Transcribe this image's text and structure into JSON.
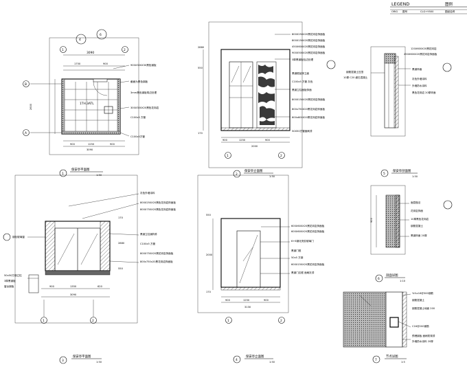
{
  "legend": {
    "title": "LEGEND",
    "subtitle": "图例",
    "row1": [
      "ORIG",
      "图号",
      "CLG+9500",
      "图纸名称"
    ]
  },
  "views": [
    {
      "num": "1",
      "title": "保安亭平面图",
      "scale": "1:50"
    },
    {
      "num": "2",
      "title": "保安亭立面图",
      "scale": "1:50"
    },
    {
      "num": "3",
      "title": "保安亭平面图",
      "scale": "1:50"
    },
    {
      "num": "4",
      "title": "保安亭立面图",
      "scale": "1:50"
    },
    {
      "num": "5",
      "title": "保安亭剖面图",
      "scale": "1:50"
    },
    {
      "num": "6",
      "title": "剖面详图",
      "scale": "1:10"
    },
    {
      "num": "7",
      "title": "节点详图",
      "scale": "1:5"
    }
  ],
  "grid": {
    "g1": "1",
    "g2": "2",
    "gA": "A",
    "gB": "B"
  },
  "dims": {
    "d3090": "3090",
    "d1750": "1750",
    "d900": "900",
    "d2600": "2600",
    "d550": "550",
    "d1250": "1250",
    "d2880": "2880",
    "d3130": "3130",
    "d170": "170",
    "d2000": "2000",
    "d1350": "1350",
    "d620": "620"
  },
  "notes_v1": [
    "900X300X30黑色钢板",
    "截面为黑色钢板",
    "3mm黑色钢板弯边处理",
    "300X300X20黑色花岗岩",
    "C100x5 方管",
    "C100x5方管"
  ],
  "notes_v2": [
    "800X250X20黑花岗岩饰面板",
    "800X150X20黑花岗岩饰面板",
    "450X600X20黑花岗岩饰面板",
    "900X500X20黑花岗岩饰面板",
    "3厚黑钢板包边处理",
    "黑钢框装饰立面",
    "C100x5 方管 灰色",
    "黑钢立柱面板饰面",
    "800X150X20黑花岗岩饰面板",
    "800x750X20黑花岗岩饰面板",
    "600x600X20黑花岗岩饰面板",
    "50X50方管面刷漆"
  ],
  "notes_v3": [
    "灰色外墙涂料",
    "800X250X20黑色花岗岩饰面板",
    "800X750X20黑色花岗岩饰面板",
    "黑钢立柱钢构件",
    "C100x5 方管",
    "800X750X20黑花岗岩饰面板",
    "800x750x20黑花岗岩饰面板"
  ],
  "notes_v3_left": [
    "钢化玻璃窗",
    "50x50方钢立柱",
    "3厚黑钢板",
    "窗台钢板"
  ],
  "notes_v4": [
    "600X600X20黑花岗岩饰面板",
    "600X600X20黑花岗岩饰面板",
    "6+6钢化夹胶玻璃门",
    "黑钢门框",
    "50x5 方钢",
    "600X150X20黑花岗岩饰面板",
    "黑钢门边框 面刷灰漆"
  ],
  "notes_v5": [
    "120X600X20黑花岗岩",
    "450X600X20黑花岗岩饰面板",
    "钢筋混凝土压顶",
    "10厚 C20 细石混凝土",
    "黑钢饰面",
    "灰色外墙涂料",
    "外墙防水涂料",
    "黑色花岗岩 20厚饰面"
  ],
  "notes_v6": [
    "面层做法",
    "花岗岩饰面",
    "10厚黑色花岗岩",
    "钢筋混凝土",
    "黑钢饰面 20厚"
  ],
  "notes_v7": [
    "%%c16@300钢筋",
    "钢筋混凝土",
    "钢筋混凝土地面 200",
    "C16@200钢筋",
    "预埋钢板 面刷防锈漆",
    "外墙防水涂料 20厚"
  ],
  "room_label": "1TH.3ATL"
}
